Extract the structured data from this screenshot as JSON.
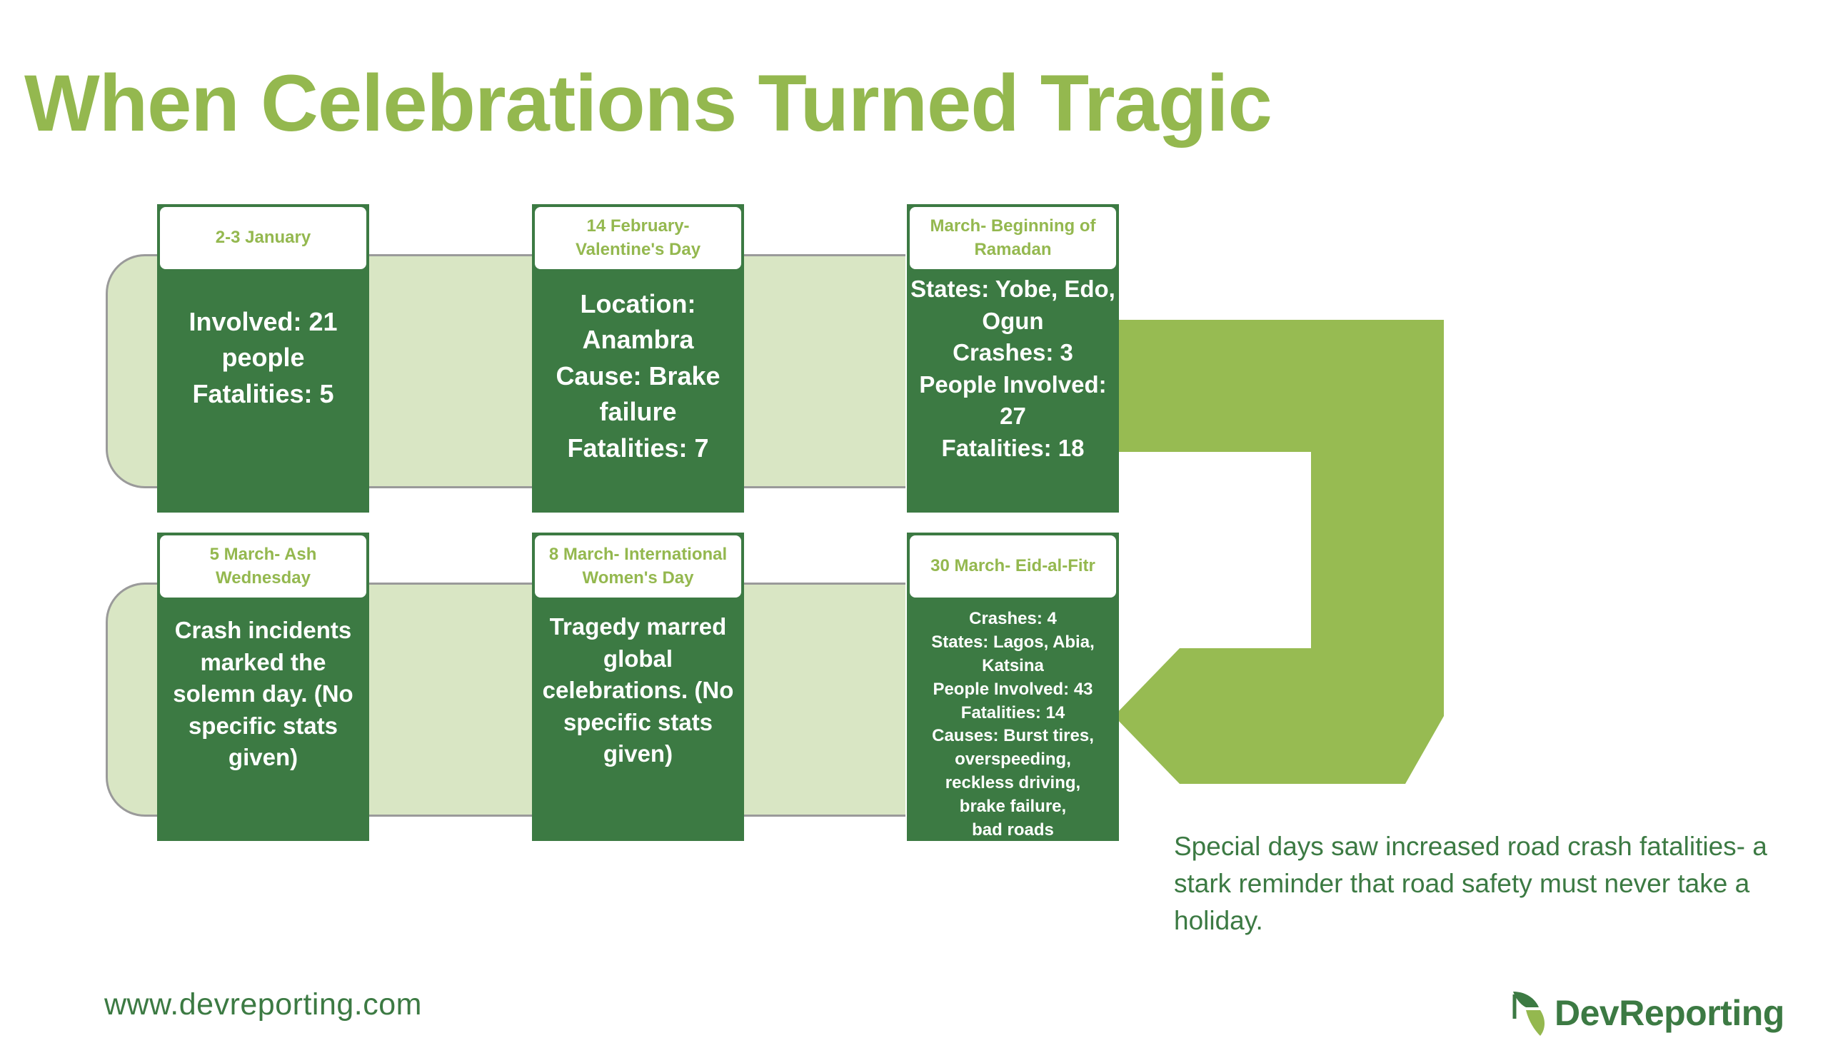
{
  "title": "When Celebrations Turned Tragic",
  "colors": {
    "title": "#94b84f",
    "card_dark": "#3c7a43",
    "band_light": "#d9e6c4",
    "arrow": "#97bb52"
  },
  "events": [
    {
      "date": "2-3 January",
      "details": "Involved: 21\npeople\nFatalities: 5"
    },
    {
      "date": "14 February-\nValentine's Day",
      "details": "Location:\nAnambra\nCause: Brake\nfailure\nFatalities: 7"
    },
    {
      "date": "March- Beginning of\nRamadan",
      "details": "States: Yobe, Edo,\nOgun\nCrashes: 3\nPeople Involved:\n27\nFatalities: 18"
    },
    {
      "date": "5 March- Ash\nWednesday",
      "details": "Crash incidents\nmarked the\nsolemn day. (No\nspecific stats\ngiven)"
    },
    {
      "date": "8 March- International\nWomen's Day",
      "details": "Tragedy marred\nglobal\ncelebrations. (No\nspecific stats\ngiven)"
    },
    {
      "date": "30 March- Eid-al-Fitr",
      "details": "Crashes: 4\nStates: Lagos, Abia,\nKatsina\nPeople Involved: 43\nFatalities: 14\nCauses: Burst tires,\noverspeeding,\nreckless driving,\nbrake failure,\nbad roads"
    }
  ],
  "summary": "Special days saw increased road crash fatalities- a stark reminder that road safety must never take a holiday.",
  "footer": {
    "website": "www.devreporting.com",
    "brand": "DevReporting",
    "logo_icon": "devreporting-leaf-icon"
  }
}
